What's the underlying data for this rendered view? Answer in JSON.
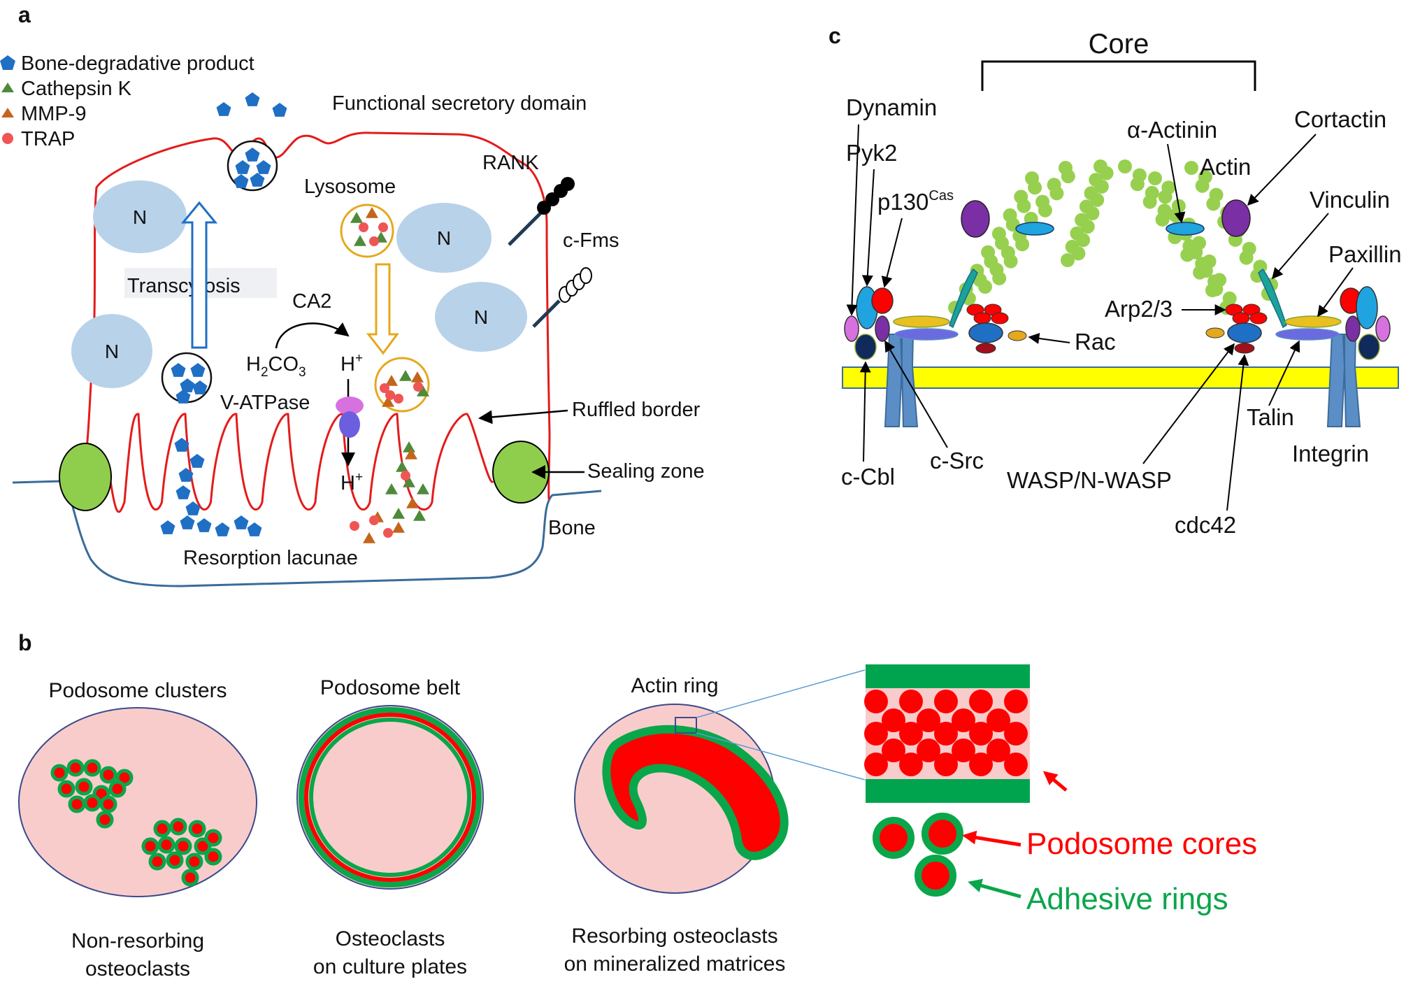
{
  "panels": {
    "a": "a",
    "b": "b",
    "c": "c"
  },
  "panel_a": {
    "legend": [
      {
        "shape": "pentagon",
        "color": "#1f6fc4",
        "label": "Bone-degradative product"
      },
      {
        "shape": "triangle",
        "color": "#4e8a3a",
        "label": "Cathepsin K"
      },
      {
        "shape": "triangle",
        "color": "#c4651c",
        "label": "MMP-9"
      },
      {
        "shape": "circle",
        "color": "#ef5555",
        "label": "TRAP"
      }
    ],
    "labels": {
      "functional_secretory_domain": "Functional secretory domain",
      "rank": "RANK",
      "c_fms": "c-Fms",
      "lysosome": "Lysosome",
      "transcytosis": "Transcytosis",
      "ca2": "CA2",
      "h2co3_main": "H",
      "h2co3_sub": "2",
      "h2co3_tail": "CO",
      "h2co3_sub2": "3",
      "h_plus_base": "H",
      "h_plus_sup": "+",
      "v_atpase": "V-ATPase",
      "ruffled_border": "Ruffled border",
      "sealing_zone": "Sealing zone",
      "bone": "Bone",
      "resorption_lacunae": "Resorption lacunae",
      "nucleus": "N"
    }
  },
  "panel_b": {
    "items": [
      {
        "title": "Podosome clusters",
        "caption": [
          "Non-resorbing",
          "osteoclasts"
        ]
      },
      {
        "title": "Podosome belt",
        "caption": [
          "Osteoclasts",
          "on culture plates"
        ]
      },
      {
        "title": "Actin ring",
        "caption": [
          "Resorbing osteoclasts",
          "on mineralized matrices"
        ]
      }
    ],
    "legend": {
      "podosome_cores": "Podosome cores",
      "adhesive_rings": "Adhesive rings"
    },
    "colors": {
      "core": "#ff0000",
      "ring": "#0aa64a",
      "cell": "#f9cccc"
    }
  },
  "panel_c": {
    "core": "Core",
    "labels": {
      "dynamin": "Dynamin",
      "pyk2": "Pyk2",
      "p130": "p130",
      "p130_sup": "Cas",
      "alpha_actinin": "α-Actinin",
      "actin": "Actin",
      "cortactin": "Cortactin",
      "vinculin": "Vinculin",
      "paxillin": "Paxillin",
      "arp23": "Arp2/3",
      "rac": "Rac",
      "talin": "Talin",
      "integrin": "Integrin",
      "c_cbl": "c-Cbl",
      "c_src": "c-Src",
      "wasp": "WASP/N-WASP",
      "cdc42": "cdc42"
    }
  }
}
